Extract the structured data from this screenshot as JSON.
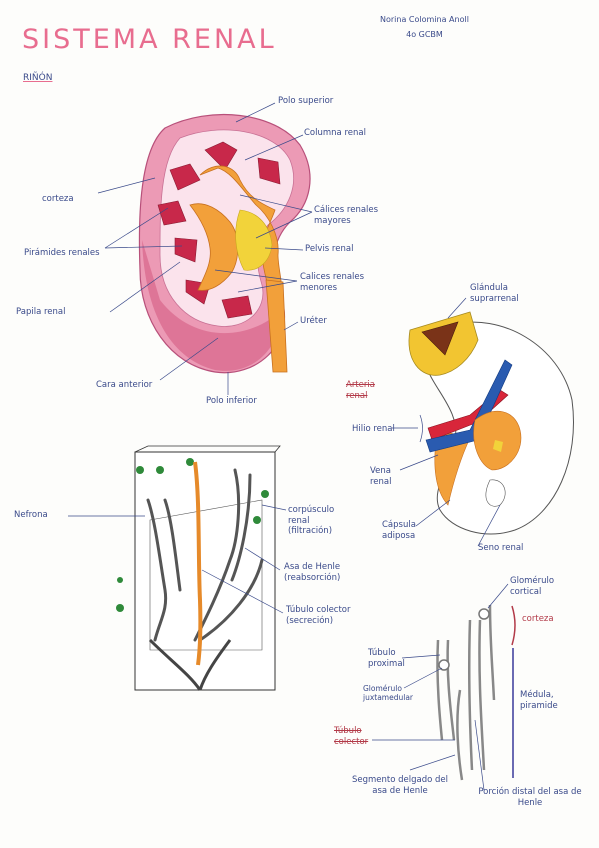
{
  "title": "SISTEMA RENAL",
  "subtitle": "RIÑÓN",
  "author": {
    "name": "Norina Colomina Anoll",
    "group": "4o GCBM"
  },
  "kidney_labels": {
    "polo_superior": "Polo superior",
    "columna_renal": "Columna renal",
    "corteza": "corteza",
    "calices_mayores": "Cálices renales mayores",
    "piramides": "Pirámides renales",
    "pelvis": "Pelvis renal",
    "calices_menores": "Calices renales menores",
    "papila": "Papila renal",
    "ureter": "Uréter",
    "cara_anterior": "Cara anterior",
    "polo_inferior": "Polo inferior"
  },
  "section_labels": {
    "glandula": "Glándula suprarrenal",
    "arteria": "Arteria renal",
    "hilio": "Hilio renal",
    "vena": "Vena renal",
    "capsula": "Cápsula adiposa",
    "seno": "Seno renal"
  },
  "nephron_block_labels": {
    "nefrona": "Nefrona",
    "corpusculo": "corpúsculo renal (filtración)",
    "asa_henle": "Asa de Henle (reabsorción)",
    "tubulo_colector": "Túbulo colector (secreción)"
  },
  "nephron_labels": {
    "glomerulo_cortical": "Glomérulo cortical",
    "corteza": "corteza",
    "tubulo_proximal": "Túbulo proximal",
    "glomerulo_yuxta": "Glomérulo juxtamedular",
    "medula": "Médula, piramide",
    "tubulo_colector": "Túbulo colector",
    "segmento_delgado": "Segmento delgado del asa de Henle",
    "porcion_distal": "Porción distal del asa de Henle"
  },
  "colors": {
    "pink_title": "#e86d8f",
    "ink_blue": "#3a4a8a",
    "cortex_pink": "#e58aa9",
    "pyramid_red": "#c8284a",
    "calyx_orange": "#f2a03a",
    "pelvis_yellow": "#f2d33a",
    "artery_red": "#d8263a",
    "vein_blue": "#2a5bb0",
    "adrenal_yellow": "#f2c531"
  }
}
